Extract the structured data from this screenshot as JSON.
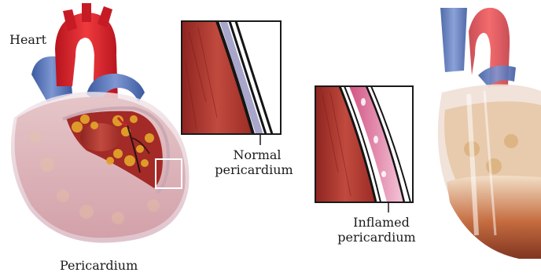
{
  "labels": {
    "heart": "Heart",
    "pericardium": "Pericardium",
    "normal_line1": "Normal",
    "normal_line2": "pericardium",
    "inflamed_line1": "Inflamed",
    "inflamed_line2": "pericardium"
  },
  "colors": {
    "aorta_red": "#d8202a",
    "vein_blue": "#4d6fb7",
    "muscle_red": "#a8312c",
    "fat_yellow": "#e2a22a",
    "pericardium_sac": "#e8d6dc",
    "inflamed_pink": "#e27aa0",
    "normal_lavender": "#a9a6cc"
  }
}
